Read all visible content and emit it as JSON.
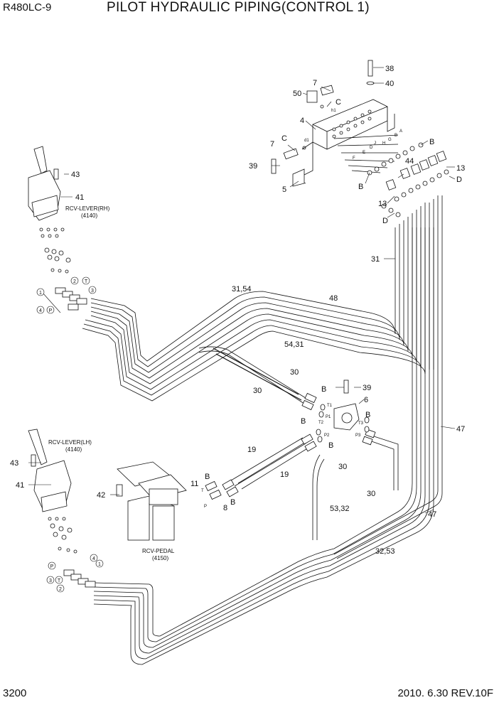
{
  "header": {
    "model": "R480LC-9",
    "title": "PILOT HYDRAULIC PIPING(CONTROL 1)"
  },
  "footer": {
    "page": "3200",
    "revision": "2010. 6.30  REV.10F"
  },
  "components": {
    "rcv_lever_rh": {
      "name": "RCV-LEVER(RH)",
      "code": "(4140)"
    },
    "rcv_lever_lh": {
      "name": "RCV-LEVER(LH)",
      "code": "(4140)"
    },
    "rcv_pedal": {
      "name": "RCV-PEDAL",
      "code": "(4150)"
    }
  },
  "callouts": {
    "c38": "38",
    "c40": "40",
    "c7a": "7",
    "c50": "50",
    "cC1": "C",
    "c4": "4",
    "cC2": "C",
    "c7b": "7",
    "c39a": "39",
    "c5": "5",
    "cB1": "B",
    "cB2": "B",
    "c13a": "13",
    "c44": "44",
    "cD1": "D",
    "c13b": "13",
    "cD2": "D",
    "c43a": "43",
    "c41a": "41",
    "c31": "31",
    "c3154": "31,54",
    "c48": "48",
    "c5431": "54,31",
    "c30a": "30",
    "c30b": "30",
    "cB3": "B",
    "c39b": "39",
    "c6": "6",
    "cB4": "B",
    "cB5": "B",
    "cB6": "B",
    "c47a": "47",
    "c19a": "19",
    "c19b": "19",
    "c30c": "30",
    "c30d": "30",
    "c11": "11",
    "cB7": "B",
    "cB8": "B",
    "c8": "8",
    "c42": "42",
    "c43b": "43",
    "c41b": "41",
    "c5332": "53,32",
    "c47b": "47",
    "c3253": "32,53"
  },
  "port_labels": {
    "T1": "T1",
    "T2": "T2",
    "T3": "T3",
    "P1": "P1",
    "P2": "P2",
    "P3": "P3",
    "T": "T",
    "P": "P",
    "a": "A",
    "b": "B",
    "g": "G",
    "h": "H",
    "j": "J",
    "d": "D",
    "e": "E",
    "f": "F",
    "h1": "h1",
    "d1": "d1"
  },
  "circled": {
    "rh_1": "1",
    "rh_2": "2",
    "rh_3": "3",
    "rh_4": "4",
    "rh_T": "T",
    "rh_P": "P",
    "lh_1": "1",
    "lh_2": "2",
    "lh_3": "3",
    "lh_4": "4",
    "lh_T": "T",
    "lh_P": "P"
  }
}
